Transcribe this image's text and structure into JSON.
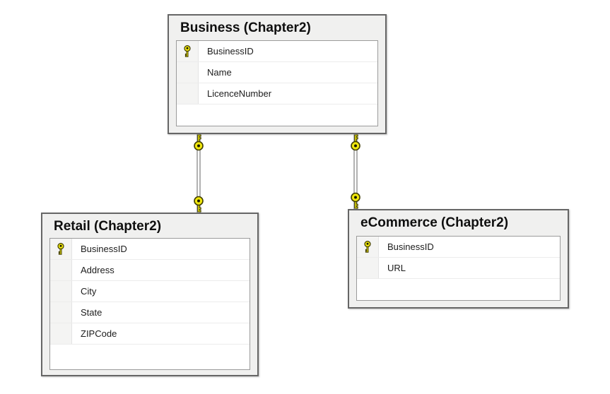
{
  "diagram": {
    "tables": {
      "business": {
        "title": "Business (Chapter2)",
        "columns": [
          {
            "name": "BusinessID",
            "pk": true
          },
          {
            "name": "Name",
            "pk": false
          },
          {
            "name": "LicenceNumber",
            "pk": false
          }
        ]
      },
      "retail": {
        "title": "Retail (Chapter2)",
        "columns": [
          {
            "name": "BusinessID",
            "pk": true
          },
          {
            "name": "Address",
            "pk": false
          },
          {
            "name": "City",
            "pk": false
          },
          {
            "name": "State",
            "pk": false
          },
          {
            "name": "ZIPCode",
            "pk": false
          }
        ]
      },
      "ecommerce": {
        "title": "eCommerce (Chapter2)",
        "columns": [
          {
            "name": "BusinessID",
            "pk": true
          },
          {
            "name": "URL",
            "pk": false
          }
        ]
      }
    },
    "relationships": [
      {
        "from": "Business (Chapter2)",
        "to": "Retail (Chapter2)",
        "type": "one-to-one",
        "indicator": "key-both-ends"
      },
      {
        "from": "Business (Chapter2)",
        "to": "eCommerce (Chapter2)",
        "type": "one-to-one",
        "indicator": "key-both-ends"
      }
    ],
    "colors": {
      "key_fill": "#f0e70c",
      "key_outline": "#3f3c00",
      "frame_fill": "#f0f0ef",
      "frame_border": "#666666",
      "grid_border": "#9b9b9b",
      "row_separator": "#ececec",
      "connector_line": "#7f7f7f",
      "title_text": "#0f0f0f",
      "row_text": "#1c1c1c"
    }
  }
}
